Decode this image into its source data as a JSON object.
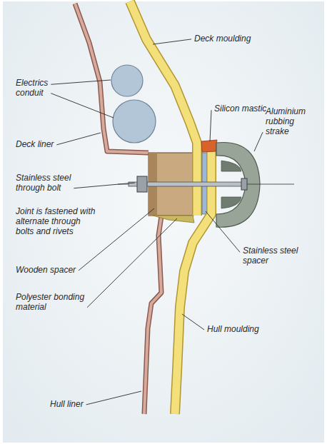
{
  "diagram": {
    "labels": [
      "Deck moulding",
      "Electrics conduit",
      "Silicon mastic",
      "Aluminium rubbing strake",
      "Deck liner",
      "Stainless steel through bolt",
      "Joint is fastened with alternate through bolts and rivets",
      "Wooden spacer",
      "Polyester bonding material",
      "Stainless steel spacer",
      "Hull moulding",
      "Hull liner"
    ]
  }
}
